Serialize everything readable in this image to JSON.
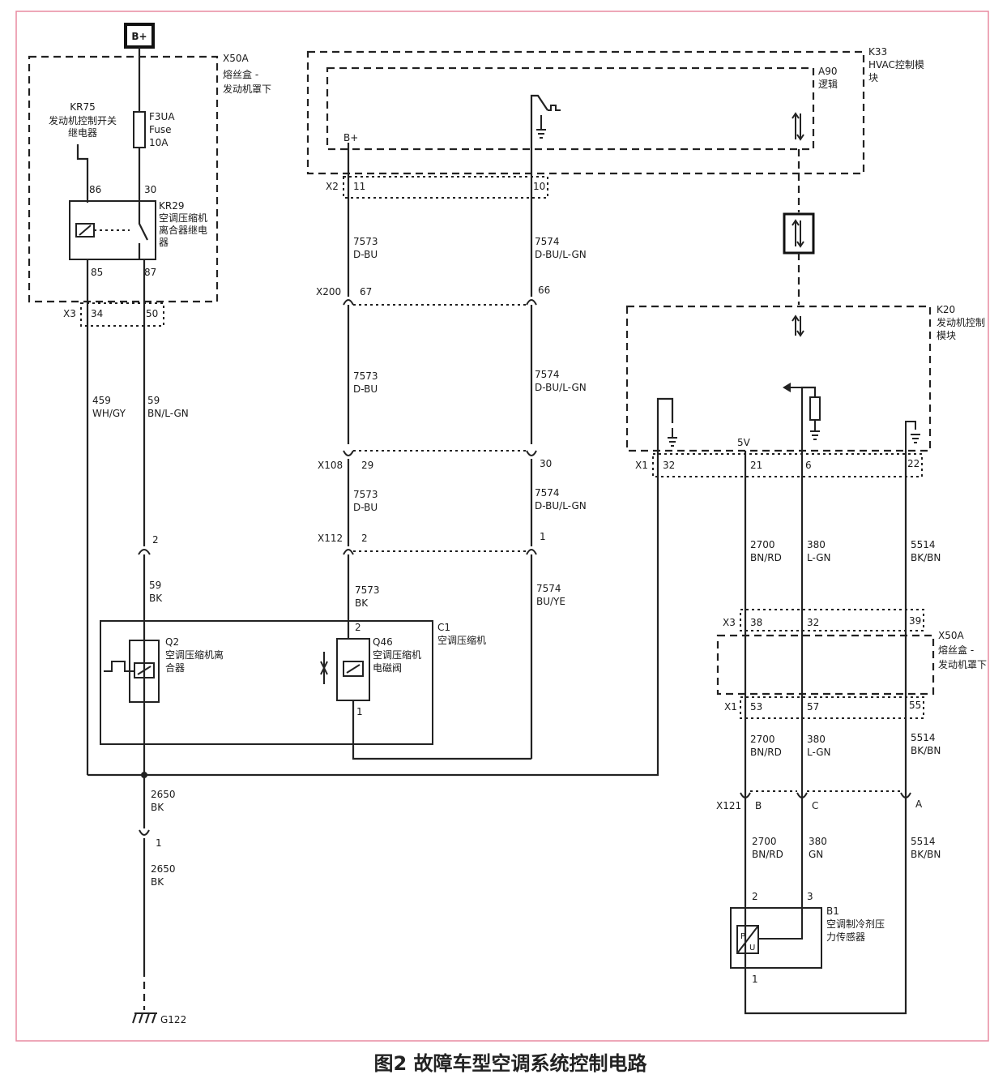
{
  "caption": "图2 故障车型空调系统控制电路",
  "battery": "B+",
  "ground": "G122",
  "fusebox": {
    "id": "X50A",
    "name1": "熔丝盒 -",
    "name2": "发动机罩下"
  },
  "kr75": {
    "id": "KR75",
    "name1": "发动机控制开关",
    "name2": "继电器"
  },
  "fuse": {
    "id": "F3UA",
    "type": "Fuse",
    "rating": "10A"
  },
  "kr29": {
    "id": "KR29",
    "name1": "空调压缩机",
    "name2": "离合器继电",
    "name3": "器",
    "p86": "86",
    "p30": "30",
    "p85": "85",
    "p87": "87"
  },
  "x3_top": {
    "id": "X3",
    "p1": "34",
    "p2": "50"
  },
  "w459": {
    "num": "459",
    "color": "WH/GY"
  },
  "w59a": {
    "num": "59",
    "color": "BN/L-GN"
  },
  "w59b": {
    "num": "59",
    "color": "BK"
  },
  "pin2_left": "2",
  "k33": {
    "id": "K33",
    "name1": "HVAC控制模",
    "name2": "块"
  },
  "a90": {
    "id": "A90",
    "name": "逻辑"
  },
  "b_plus_in": "B+",
  "x2": {
    "id": "X2",
    "p1": "11",
    "p2": "10"
  },
  "w7573": {
    "num": "7573",
    "c1": "D-BU",
    "c2": "BK"
  },
  "w7574": {
    "num": "7574",
    "c1": "D-BU/L-GN",
    "c2": "BU/YE"
  },
  "x200": {
    "id": "X200",
    "p1": "67",
    "p2": "66"
  },
  "x108": {
    "id": "X108",
    "p1": "29",
    "p2": "30"
  },
  "x112": {
    "id": "X112",
    "p1": "2",
    "p2": "1"
  },
  "c1": {
    "id": "C1",
    "name": "空调压缩机"
  },
  "q2": {
    "id": "Q2",
    "name1": "空调压缩机离",
    "name2": "合器"
  },
  "q46": {
    "id": "Q46",
    "name1": "空调压缩机",
    "name2": "电磁阀",
    "p_top": "2",
    "p_bot": "1"
  },
  "k20": {
    "id": "K20",
    "name1": "发动机控制",
    "name2": "模块"
  },
  "v5": "5V",
  "x1_k20": {
    "id": "X1",
    "p32": "32",
    "p21": "21",
    "p6": "6",
    "p22": "22"
  },
  "w2700": {
    "num": "2700",
    "color": "BN/RD"
  },
  "w380": {
    "num": "380",
    "color": "L-GN",
    "color_b": "GN"
  },
  "w5514": {
    "num": "5514",
    "color": "BK/BN"
  },
  "x3_right": {
    "id": "X3",
    "p1": "38",
    "p2": "32",
    "p3": "39"
  },
  "fusebox2": {
    "id": "X50A",
    "name1": "熔丝盒 -",
    "name2": "发动机罩下"
  },
  "x1_right": {
    "id": "X1",
    "p1": "53",
    "p2": "57",
    "p3": "55"
  },
  "w2650": {
    "num": "2650",
    "color": "BK",
    "pin": "1"
  },
  "x121": {
    "id": "X121",
    "pB": "B",
    "pC": "C",
    "pA": "A"
  },
  "b1": {
    "id": "B1",
    "name1": "空调制冷剂压",
    "name2": "力传感器",
    "p2": "2",
    "p3": "3",
    "p1": "1",
    "sym_p": "P",
    "sym_u": "U"
  }
}
